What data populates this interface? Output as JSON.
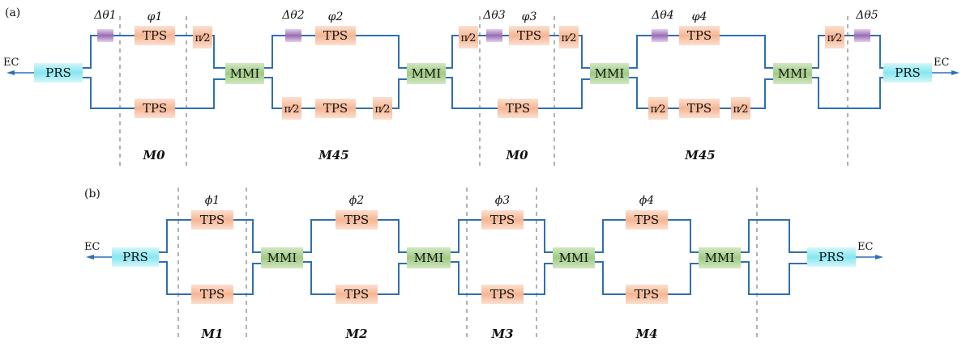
{
  "panels": [
    "(a)",
    "(b)"
  ],
  "labels": {
    "ec": "EC",
    "prs": "PRS",
    "mmi": "MMI",
    "tps": "TPS",
    "half_pi": "π⁄2"
  },
  "panel_a": {
    "delta_thetas": [
      "Δθ1",
      "Δθ2",
      "Δθ3",
      "Δθ4",
      "Δθ5"
    ],
    "phases": [
      "φ1",
      "φ2",
      "φ3",
      "φ4"
    ],
    "modules": [
      "M0",
      "M45",
      "M0",
      "M45"
    ]
  },
  "panel_b": {
    "phases": [
      "ϕ1",
      "ϕ2",
      "ϕ3",
      "ϕ4"
    ],
    "modules": [
      "M1",
      "M2",
      "M3",
      "M4"
    ]
  },
  "colors": {
    "wire": "#2f6fb0",
    "prs_fill": "#8fe8f0",
    "mmi_fill": "#a9cf8f",
    "tps_fill": "#f6b895",
    "delta_fill": "#a77bbf"
  }
}
